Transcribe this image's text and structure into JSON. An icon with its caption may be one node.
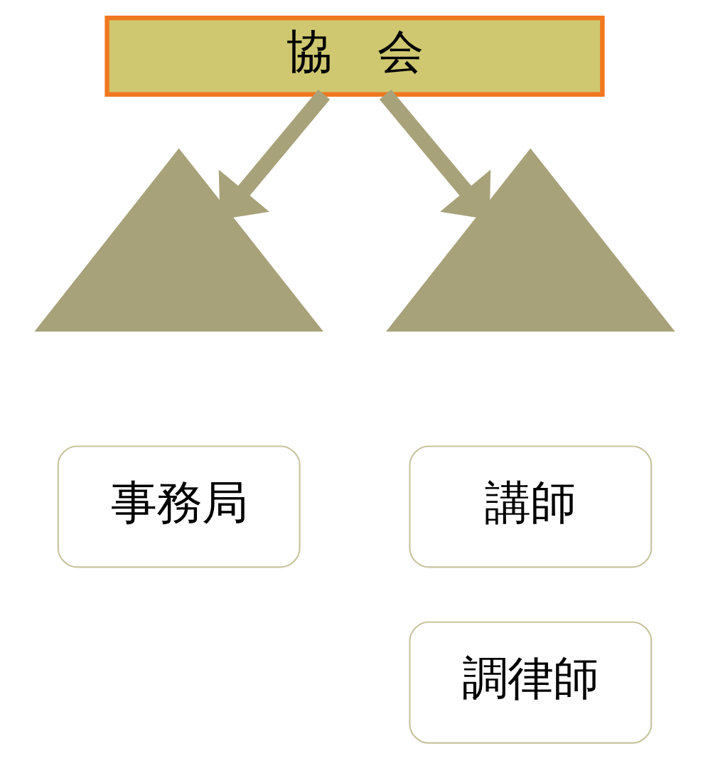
{
  "diagram": {
    "nodes": [
      {
        "text": [
          "協　会"
        ]
      },
      {
        "text": [],
        "shape": "triangle"
      },
      {
        "text": [
          "事務局"
        ]
      },
      {
        "text": [],
        "shape": "triangle"
      },
      {
        "text": [
          "講師"
        ]
      },
      {
        "text": [
          "調律師"
        ]
      }
    ],
    "edges": [
      {
        "from": 0,
        "to": 1,
        "arrow": "to"
      },
      {
        "from": 0,
        "to": 3,
        "arrow": "to"
      }
    ]
  }
}
